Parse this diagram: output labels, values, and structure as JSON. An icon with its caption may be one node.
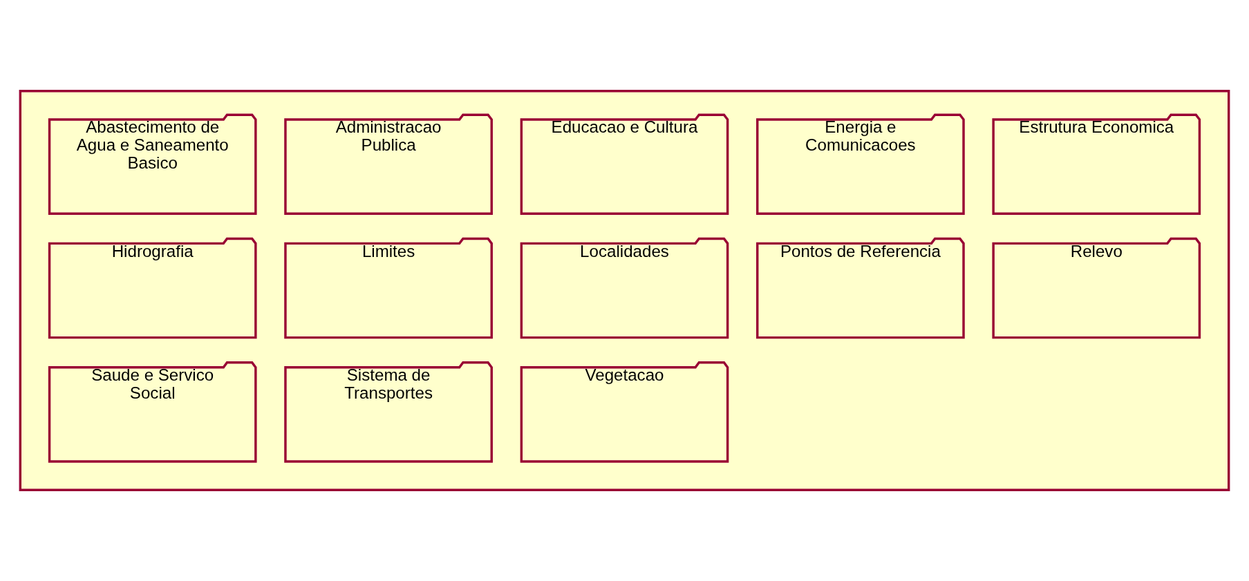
{
  "diagram": {
    "nodes": [
      {
        "text": [],
        "shape": "folder"
      },
      {
        "text": [
          "Abastecimento de Agua e Saneamento Basico"
        ],
        "in": 0
      },
      {
        "text": [
          "Administracao Publica"
        ],
        "in": 0
      },
      {
        "text": [
          "Educacao e Cultura"
        ],
        "in": 0
      },
      {
        "text": [
          "Energia e Comunicacoes"
        ],
        "in": 0
      },
      {
        "text": [
          "Estrutura Economica"
        ],
        "in": 0
      },
      {
        "text": [
          "Hidrografia"
        ],
        "in": 0
      },
      {
        "text": [
          "Limites"
        ],
        "in": 0
      },
      {
        "text": [
          "Localidades"
        ],
        "in": 0
      },
      {
        "text": [
          "Pontos de Referencia"
        ],
        "in": 0
      },
      {
        "text": [
          "Relevo"
        ],
        "in": 0
      },
      {
        "text": [
          "Saude e Servico Social"
        ],
        "in": 0
      },
      {
        "text": [
          "Sistema de Transportes"
        ],
        "in": 0
      },
      {
        "text": [
          "Vegetacao"
        ],
        "in": 0
      }
    ],
    "edges": []
  }
}
